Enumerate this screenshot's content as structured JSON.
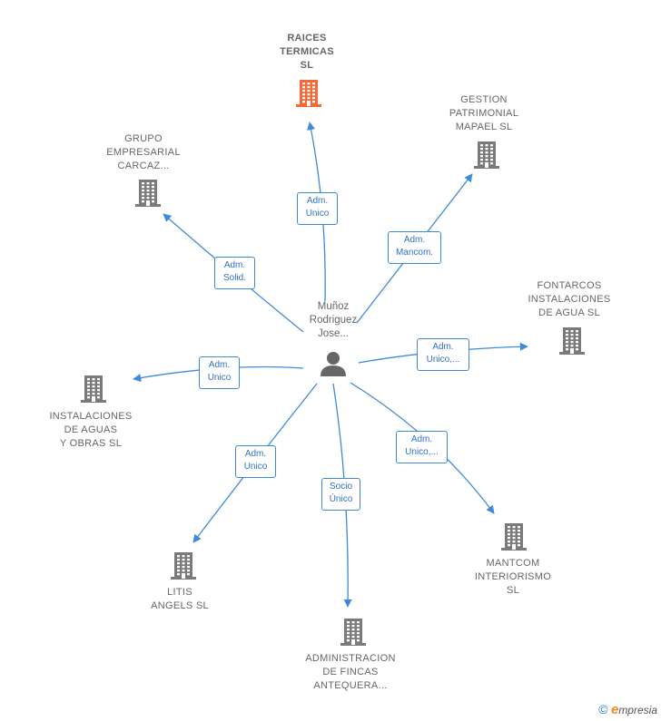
{
  "center": {
    "label": "Muñoz\nRodriguez\nJose..."
  },
  "companies": [
    {
      "id": "raices",
      "label": "RAICES\nTERMICAS\nSL",
      "highlight": true
    },
    {
      "id": "gestion",
      "label": "GESTION\nPATRIMONIAL\nMAPAEL  SL",
      "highlight": false
    },
    {
      "id": "grupo",
      "label": "GRUPO\nEMPRESARIAL\nCARCAZ...",
      "highlight": false
    },
    {
      "id": "fontarcos",
      "label": "FONTARCOS\nINSTALACIONES\nDE AGUA SL",
      "highlight": false
    },
    {
      "id": "instalaciones",
      "label": "INSTALACIONES\nDE AGUAS\nY OBRAS  SL",
      "highlight": false
    },
    {
      "id": "mantcom",
      "label": "MANTCOM\nINTERIORISMO\nSL",
      "highlight": false
    },
    {
      "id": "litis",
      "label": "LITIS\nANGELS  SL",
      "highlight": false
    },
    {
      "id": "administracion",
      "label": "ADMINISTRACION\nDE FINCAS\nANTEQUERA...",
      "highlight": false
    }
  ],
  "relations": [
    {
      "target": "raices",
      "label": "Adm.\nUnico"
    },
    {
      "target": "gestion",
      "label": "Adm.\nMancom."
    },
    {
      "target": "grupo",
      "label": "Adm.\nSolid."
    },
    {
      "target": "fontarcos",
      "label": "Adm.\nUnico,..."
    },
    {
      "target": "instalaciones",
      "label": "Adm.\nUnico"
    },
    {
      "target": "mantcom",
      "label": "Adm.\nUnico,..."
    },
    {
      "target": "litis",
      "label": "Adm.\nUnico"
    },
    {
      "target": "administracion",
      "label": "Socio\nÚnico"
    }
  ],
  "footer": {
    "copyright": "©",
    "brand_first": "e",
    "brand_rest": "mpresia"
  },
  "colors": {
    "edge": "#3f8ad8",
    "building": "#7a7a7a",
    "building_highlight": "#f26a35",
    "person": "#666666"
  },
  "icons": {
    "company": "building-icon",
    "person": "person-icon"
  }
}
